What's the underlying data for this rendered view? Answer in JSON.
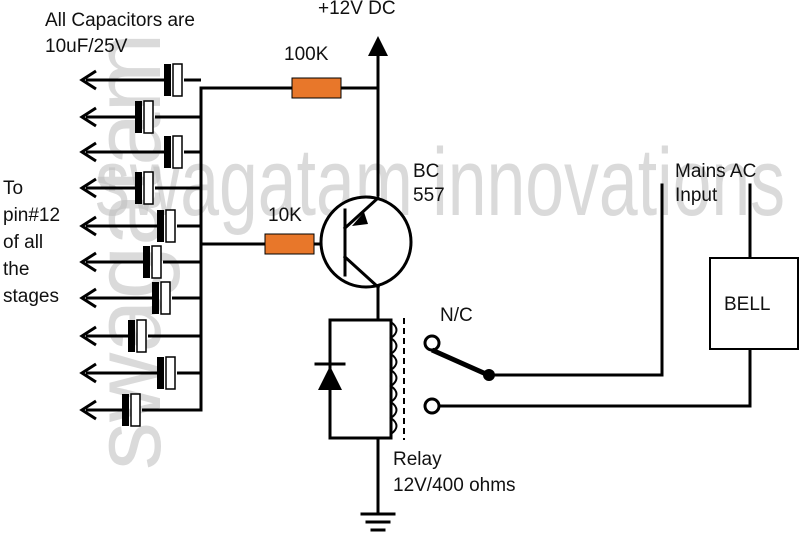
{
  "watermark": "swagatam innovations",
  "labels": {
    "capacitor_note_line1": "All Capacitors are",
    "capacitor_note_line2": "10uF/25V",
    "supply": "+12V DC",
    "resistor_top": "100K",
    "resistor_mid": "10K",
    "transistor_line1": "BC",
    "transistor_line2": "557",
    "to_pin_line1": "To",
    "to_pin_line2": "pin#12",
    "to_pin_line3": "of all",
    "to_pin_line4": "the",
    "to_pin_line5": "stages",
    "mains_line1": "Mains AC",
    "mains_line2": "Input",
    "bell": "BELL",
    "nc": "N/C",
    "relay_line1": "Relay",
    "relay_line2": "12V/400 ohms"
  },
  "colors": {
    "resistor": "#e8772a",
    "wire": "#000000",
    "watermark": "#bdbdbd"
  },
  "capacitor_count": 10
}
